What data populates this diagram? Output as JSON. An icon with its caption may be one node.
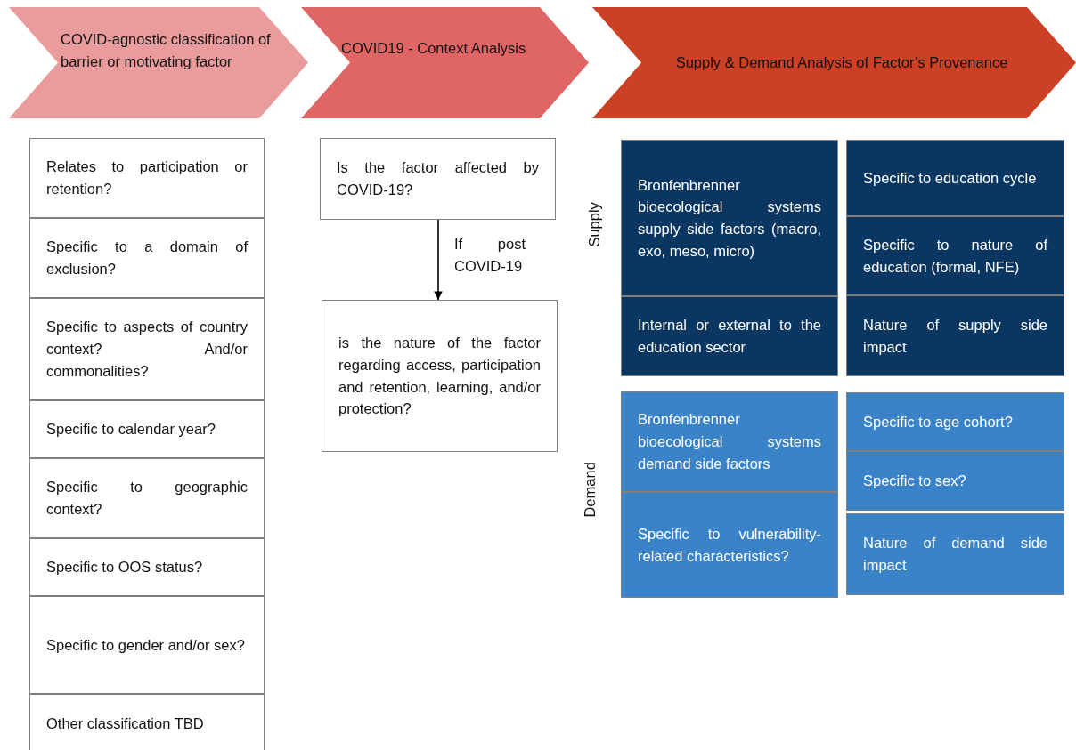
{
  "diagram": {
    "nodes": [
      {
        "text": [
          "COVID-agnostic classification of barrier or motivating factor"
        ]
      },
      {
        "text": [
          "COVID19 - Context Analysis"
        ]
      },
      {
        "text": [
          "Supply & Demand Analysis of Factor’s Provenance"
        ]
      },
      {
        "text": [
          "Relates to participation or retention?"
        ]
      },
      {
        "text": [
          "Specific to a domain of exclusion?"
        ]
      },
      {
        "text": [
          "Specific to aspects of country context? And/or commonalities?"
        ]
      },
      {
        "text": [
          "Specific to calendar year?"
        ]
      },
      {
        "text": [
          "Specific to geographic context?"
        ]
      },
      {
        "text": [
          "Specific to OOS status?"
        ]
      },
      {
        "text": [
          "Specific to gender and/or sex?"
        ]
      },
      {
        "text": [
          "Other classification TBD"
        ]
      },
      {
        "text": [
          "Is the factor affected by COVID-19?"
        ]
      },
      {
        "text": [
          "is the nature of the factor regarding access, participation and retention, learning, and/or protection?"
        ]
      },
      {
        "text": [
          "Bronfenbrenner bioecological systems supply side factors (macro, exo, meso, micro)"
        ]
      },
      {
        "text": [
          "Specific to education cycle"
        ]
      },
      {
        "text": [
          "Specific to nature of education (formal, NFE)"
        ]
      },
      {
        "text": [
          "Internal or external to the education sector"
        ]
      },
      {
        "text": [
          "Nature of supply side impact"
        ]
      },
      {
        "text": [
          "Bronfenbrenner bioecological systems demand side factors"
        ]
      },
      {
        "text": [
          "Specific to age cohort?"
        ]
      },
      {
        "text": [
          "Specific to sex?"
        ]
      },
      {
        "text": [
          "Specific to vulnerability-related characteristics?"
        ]
      },
      {
        "text": [
          "Nature of demand side impact"
        ]
      }
    ],
    "edges": [
      {
        "from": 11,
        "to": 12,
        "arrow": "to",
        "label": "If post COVID-19"
      }
    ],
    "labels": [
      "Supply",
      "Demand"
    ]
  }
}
